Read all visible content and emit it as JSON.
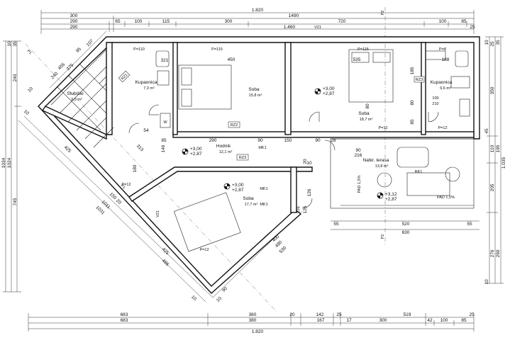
{
  "dims": {
    "top_total": "1.820",
    "top_row2": [
      "300",
      "1490"
    ],
    "top_row3": [
      "290",
      "65",
      "100",
      "115",
      "300",
      "720",
      "100",
      "85",
      "25"
    ],
    "top_row4": [
      "290",
      "1.460"
    ],
    "top_sub_v21": "V21",
    "bottom_row1": [
      "683",
      "360",
      "20",
      "142",
      "25",
      "519",
      "25"
    ],
    "bottom_row2": [
      "683",
      "380",
      "167",
      "17",
      "300",
      "42",
      "100",
      "85"
    ],
    "bottom_total": "1.820",
    "left_outer": "1034",
    "left_inner": "1024",
    "left_parts": [
      "240",
      "745"
    ],
    "left_top": [
      "10",
      "35"
    ],
    "right_outer": "1.035",
    "right_parts": [
      "25",
      "350",
      "110",
      "205",
      "276"
    ],
    "right_parts2": [
      "10",
      "35",
      "45",
      "195",
      "290"
    ],
    "right_small": "10",
    "diag_top": [
      "455",
      "375",
      "240",
      "107",
      "95",
      "10"
    ],
    "diag_left": [
      "425",
      "1011",
      "1031",
      "10",
      "150",
      "20"
    ],
    "diag_bottom": [
      "486",
      "425",
      "10",
      "90",
      "10"
    ],
    "diag_right": [
      "400",
      "480",
      "530"
    ],
    "terrace_dims": [
      "55",
      "520",
      "55",
      "630"
    ],
    "interior": [
      "321",
      "450",
      "535",
      "188",
      "85",
      "290",
      "90",
      "150",
      "90",
      "28",
      "185",
      "80",
      "85",
      "313",
      "180",
      "54",
      "146",
      "126",
      "131",
      "126",
      "10",
      "20",
      "90",
      "216",
      "80"
    ]
  },
  "rooms": [
    {
      "name": "Kupaonica",
      "area": "7,3 m²"
    },
    {
      "name": "Soba",
      "area": "15,8 m²"
    },
    {
      "name": "Soba",
      "area": "18,7 m²"
    },
    {
      "name": "Kupaonica",
      "area": "6,6 m²"
    },
    {
      "name": "Stubište",
      "area": "9,5 m²"
    },
    {
      "name": "Hodnik",
      "area": "12,1 m²"
    },
    {
      "name": "Soba",
      "area": "17,7 m²"
    },
    {
      "name": "Natkr. terasa",
      "area": "13,8 m²"
    }
  ],
  "levels": [
    {
      "top": "+3,00",
      "bottom": "+2,87"
    },
    {
      "top": "+3,00",
      "bottom": "+2,87"
    },
    {
      "top": "+3,00",
      "bottom": "+2,87"
    },
    {
      "top": "+3,12",
      "bottom": "+2,87"
    }
  ],
  "tags": {
    "rz1": "RZ1",
    "rz2": "RZ2",
    "rz3": "RZ3",
    "rz3b": "RZ3",
    "mk1": "MK1",
    "mk1b": "MK1",
    "mk1c": "MK1",
    "v21": "V21",
    "rk1": "RK1",
    "p1": "P1",
    "p2": "P2",
    "p1b": "P1",
    "p2b": "P2",
    "pad1": "PAD 1,5%",
    "pad2": "PAD 1,5%",
    "h1": "P=110",
    "h2": "P=115",
    "h3": "P=115",
    "h4": "P=12",
    "h5": "P=12",
    "h6": "P=8",
    "h7": "P=12",
    "h8": "P=12"
  },
  "misc": {
    "w": "W",
    "n100": "100",
    "n210": "210"
  }
}
